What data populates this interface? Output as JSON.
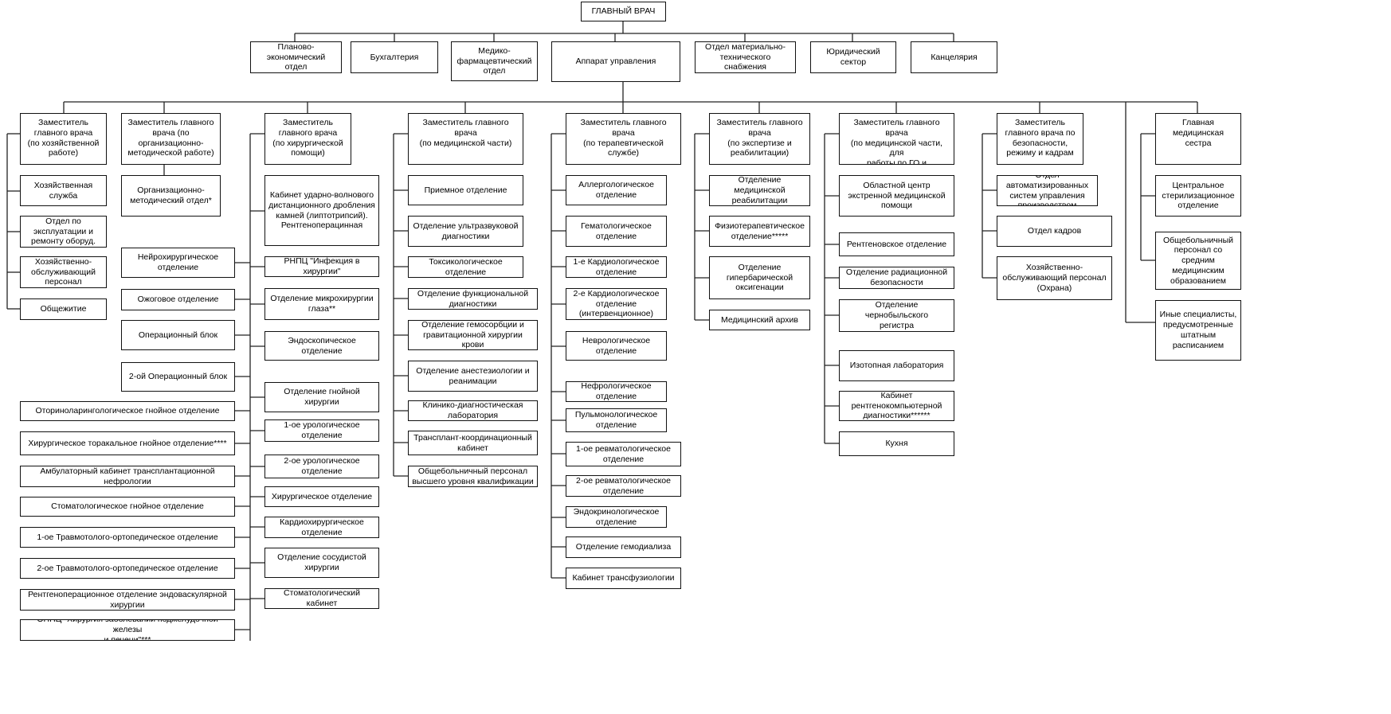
{
  "org_chart": {
    "root": "ГЛАВНЫЙ ВРАЧ",
    "top_units": [
      "Планово-\nэкономический\nотдел",
      "Бухгалтерия",
      "Медико-\nфармацевтический\nотдел",
      "Аппарат управления",
      "Отдел материально-\nтехнического снабжения",
      "Юридический сектор",
      "Канцелярия"
    ],
    "deputies": [
      {
        "title": "Заместитель\nглавного врача\n(по хозяйственной\nработе)",
        "units": [
          "Хозяйственная\nслужба",
          "Отдел по\nэксплуатации и\nремонту оборуд.",
          "Хозяйственно-\nобслуживающий\nперсонал",
          "Общежитие"
        ]
      },
      {
        "title": "Заместитель главного\nврача (по\nорганизационно-\nметодической работе)",
        "units": [
          "Организационно-\nметодический отдел*"
        ]
      },
      {
        "title": "Заместитель\nглавного врача\n(по хирургической\nпомощи)",
        "units": [
          "Кабинет ударно-волнового\nдистанционного дробления\nкамней (липтотрипсий).\nРентгеноперацинная",
          "РНПЦ \"Инфекция в\nхирургии\"",
          "Отделение микрохирургии\nглаза**",
          "Эндоскопическое отделение",
          "Отделение гнойной\nхирургии",
          "1-ое урологическое\nотделение",
          "2-ое урологическое\nотделение",
          "Хирургическое отделение",
          "Кардиохирургическое\nотделение",
          "Отделение сосудистой\nхирургии",
          "Стоматологический кабинет"
        ],
        "left_units": [
          "Нейрохирургическое\nотделение",
          "Ожоговое отделение",
          "Операционный блок",
          "2-ой Операционный блок"
        ],
        "far_left_units": [
          "Оториноларингологическое гнойное отделение",
          "Хирургическое торакальное гнойное отделение****",
          "Амбулаторный кабинет трансплантационной\nнефрологии",
          "Стоматологическое гнойное отделение",
          "1-ое Травмотолого-ортопедическое отделение",
          "2-ое Травмотолого-ортопедическое отделение",
          "Рентгеноперационное отделение эндоваскулярной\nхирургии",
          "ОНПЦ \"Хирургия заболеваний поджелудочной железы\nи печени\"***"
        ]
      },
      {
        "title": "Заместитель главного врача\n(по медицинской части)",
        "units": [
          "Приемное отделение",
          "Отделение ультразвуковой\nдиагностики",
          "Токсикологическое\nотделение",
          "Отделение функциональной\nдиагностики",
          "Отделение гемосорбции и\nгравитационной хирургии крови",
          "Отделение анестезиологии и\nреанимации",
          "Клинико-диагностическая\nлаборатория",
          "Трансплант-координационный\nкабинет",
          "Общебольничный персонал\nвысшего уровня квалификации"
        ]
      },
      {
        "title": "Заместитель главного врача\n(по терапевтической\nслужбе)",
        "units": [
          "Аллергологическое\nотделение",
          "Гематологическое\nотделение",
          "1-е Кардиологическое\nотделение",
          "2-е Кардиологическое\nотделение\n(интервенционное)",
          "Неврологическое\nотделение",
          "Нефрологическое\nотделение",
          "Пульмонологическое\nотделение",
          "1-ое ревматологическое\nотделение",
          "2-ое ревматологическое\nотделение",
          "Эндокринологическое\nотделение",
          "Отделение гемодиализа",
          "Кабинет трансфузиологии"
        ]
      },
      {
        "title": "Заместитель главного\nврача\n(по экспертизе и\nреабилитации)",
        "units": [
          "Отделение медицинской\nреабилитации",
          "Физиотерапевтическое\nотделение*****",
          "Отделение\nгипербарической\nоксигенации",
          "Медицинский архив"
        ]
      },
      {
        "title": "Заместитель главного врача\n(по медицинской части, для\nработы по ГО и\nмобилизационной работе)",
        "units": [
          "Областной центр\nэкстренной медицинской\nпомощи",
          "Рентгеновское отделение",
          "Отделение радиационной\nбезопасности",
          "Отделение чернобыльского\nрегистра",
          "Изотопная лаборатория",
          "Кабинет\nрентгенокомпьютерной\nдиагностики******",
          "Кухня"
        ]
      },
      {
        "title": "Заместитель\nглавного врача по\nбезопасности,\nрежиму и кадрам",
        "units": [
          "Отдел\nавтоматизированных\nсистем управления\nпроизводством",
          "Отдел кадров",
          "Хозяйственно-\nобслуживающий персонал\n(Охрана)"
        ]
      },
      {
        "title": "Главная\nмедицинская сестра",
        "units": [
          "Центральное\nстерилизационное\nотделение",
          "Общебольничный\nперсонал со\nсредним\nмедицинским\nобразованием",
          "Иные специалисты,\nпредусмотренные\nштатным\nрасписанием"
        ]
      }
    ]
  }
}
